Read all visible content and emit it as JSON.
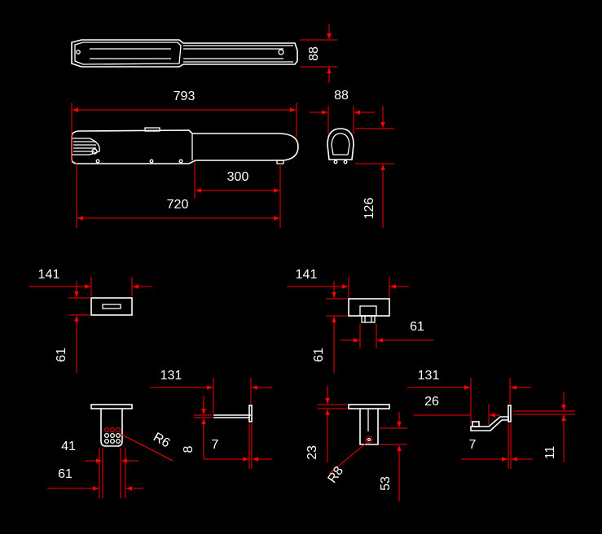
{
  "drawing": {
    "background": "#000000",
    "outline_color": "#ffffff",
    "dimension_color": "#ff0000",
    "dimensions": {
      "top_height": "88",
      "overall_length": "793",
      "profile_width": "88",
      "stroke": "300",
      "body_length": "720",
      "profile_height": "126",
      "front_bracket_width": "141",
      "front_bracket_height": "61",
      "rear_bracket_width": "141",
      "rear_bracket_offset": "61",
      "rear_bracket_height": "61",
      "front_plate_length": "131",
      "front_plate_dim_8": "8",
      "front_plate_dim_7": "7",
      "front_plate_radius": "R6",
      "front_plate_width_41": "41",
      "front_plate_width_61": "61",
      "rear_plate_length": "131",
      "rear_plate_offset": "26",
      "rear_plate_dim_7": "7",
      "rear_plate_dim_11": "11",
      "rear_plate_height_23": "23",
      "rear_plate_radius": "R8",
      "rear_plate_dim_53": "53"
    }
  }
}
